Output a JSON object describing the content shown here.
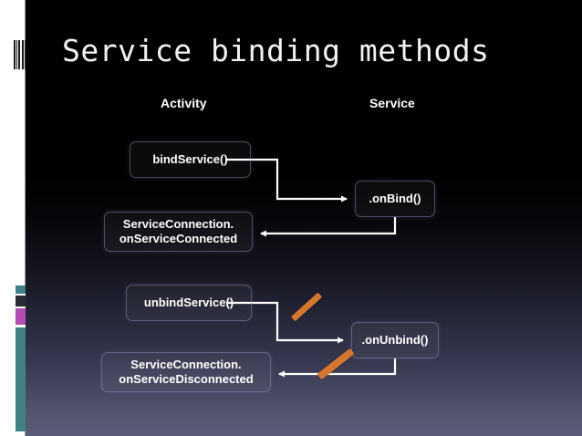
{
  "slide": {
    "title": "Service binding methods",
    "columns": {
      "activity": "Activity",
      "service": "Service"
    },
    "nodes": {
      "bind_service": "bindService()",
      "on_bind": ".onBind()",
      "on_service_connected": "ServiceConnection.\nonServiceConnected",
      "on_service_connected_line1": "ServiceConnection.",
      "on_service_connected_line2": "onServiceConnected",
      "unbind_service": "unbindService()",
      "on_unbind": ".onUnbind()",
      "on_service_disconnected_line1": "ServiceConnection.",
      "on_service_disconnected_line2": "onServiceDisconnected"
    },
    "annotations": {
      "strike_mark_1": "orange-slash-mark",
      "strike_mark_2": "orange-slash-mark"
    },
    "colors": {
      "background_top": "#000000",
      "background_bottom": "#5b5d78",
      "text": "#ffffff",
      "strike_orange": "#d4762e",
      "accent_teal": "#3d8285",
      "accent_magenta": "#b64bb6",
      "node_border": "#9696be"
    },
    "flow": [
      {
        "from": "bindService()",
        "to": ".onBind()"
      },
      {
        "from": ".onBind()",
        "to": "ServiceConnection.onServiceConnected"
      },
      {
        "from": "unbindService()",
        "to": ".onUnbind()",
        "struck_through": true
      },
      {
        "from": ".onUnbind()",
        "to": "ServiceConnection.onServiceDisconnected",
        "struck_through": true
      }
    ]
  }
}
